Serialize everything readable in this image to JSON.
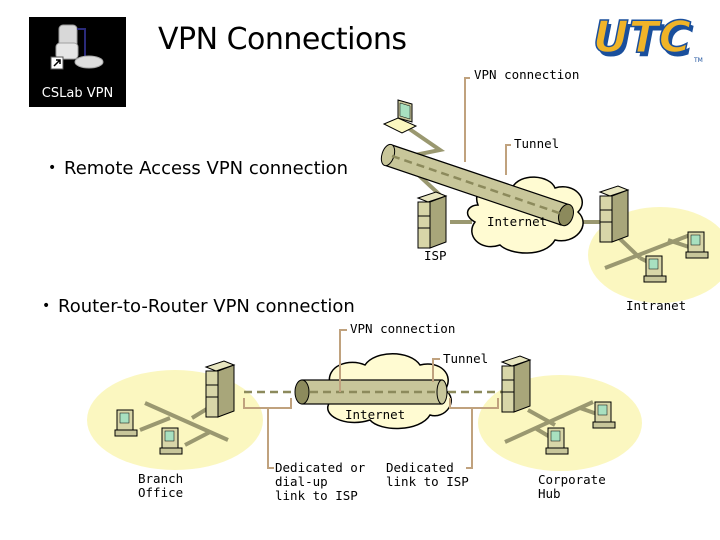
{
  "slide": {
    "title": "VPN Connections",
    "bullets": [
      {
        "text": "Remote Access VPN connection"
      },
      {
        "text": "Router-to-Router VPN connection"
      }
    ]
  },
  "desktop_icon": {
    "label": "CSLab VPN",
    "icon": "network-shortcut-icon"
  },
  "logo": {
    "text": "UTC",
    "trademark": "TM",
    "colors": {
      "fill": "#f0b428",
      "outline": "#1a4f9c"
    }
  },
  "remote_access_diagram": {
    "labels": {
      "vpn_connection": "VPN connection",
      "tunnel": "Tunnel",
      "internet": "Internet",
      "isp": "ISP",
      "intranet": "Intranet"
    }
  },
  "router_diagram": {
    "labels": {
      "vpn_connection": "VPN connection",
      "tunnel": "Tunnel",
      "internet": "Internet",
      "branch_office": "Branch\nOffice",
      "dialup_link": "Dedicated or\ndial-up\nlink to ISP",
      "dedicated_link": "Dedicated\nlink to ISP",
      "corporate_hub": "Corporate\nHub"
    }
  },
  "colors": {
    "tunnel": "#c8c69a",
    "tunnel_dark": "#8c8a5c",
    "cloud": "#fffbd2",
    "lan_zone": "#fbf7b8",
    "callout": "#c0a27e",
    "cable": "#9a9870"
  }
}
